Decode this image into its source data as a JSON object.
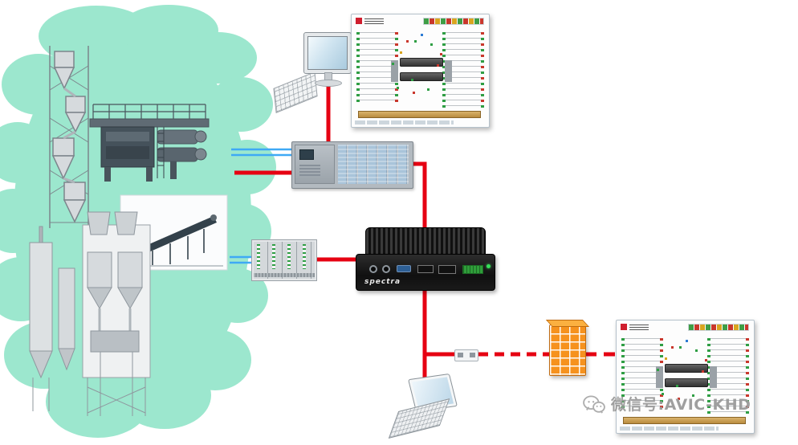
{
  "diagram": {
    "type": "industrial-control-network",
    "watermark": {
      "text": "微信号:AVIC-KHD"
    },
    "devices": {
      "industrial_pc": {
        "brand": "spectra"
      }
    },
    "icons": {
      "wechat": "wechat-double-bubble",
      "equipment": [
        "preheater-tower",
        "roller-press",
        "belt-conveyor",
        "silo-feeder"
      ]
    },
    "colors": {
      "cloud": "#9ce7ce",
      "link_red": "#e60012",
      "link_blue": "#3fa9f5",
      "firewall_orange": "#f6921e",
      "hmi_ok_green": "#2f9e44",
      "hmi_alarm_red": "#c9372c"
    }
  }
}
